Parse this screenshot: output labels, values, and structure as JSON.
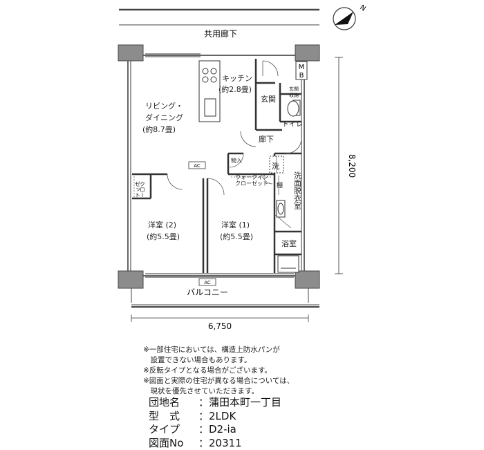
{
  "plan": {
    "corridor": "共用廊下",
    "balcony": "バルコニー",
    "compass": "N",
    "rooms": {
      "kitchen": "キッチン",
      "kitchen_area": "(約2.8畳)",
      "living_1": "リビング・",
      "living_2": "ダイニング",
      "living_area": "(約8.7畳)",
      "entrance": "玄関",
      "entrance_storage_1": "玄関",
      "entrance_storage_2": "収納",
      "toilet": "トイレ",
      "hallway": "廊下",
      "storage": "物入",
      "walkin_1": "ウォークイン",
      "walkin_2": "クローゼット",
      "shelf": "棚",
      "washer": "洗",
      "washroom": "洗面脱衣室",
      "bath": "浴室",
      "closet_1": "クロー",
      "closet_2": "ゼット",
      "west_room": "洋室 (2)",
      "west_room_area": "(約5.5畳)",
      "east_room": "洋室 (1)",
      "east_room_area": "(約5.5畳)",
      "mb": "MB",
      "ac": "AC"
    },
    "dimensions": {
      "width": "6,750",
      "height": "8,200"
    }
  },
  "notes": [
    "※一部住宅においては、構造上防水パンが",
    "　設置できない場合もあります。",
    "※反転タイプとなる場合がございます。",
    "※図面と実際の住宅が異なる場合については、",
    "　現状を優先させていただきます。"
  ],
  "meta": [
    {
      "label": "団地名",
      "value": "：蒲田本町一丁目"
    },
    {
      "label": "型　式",
      "value": "：2LDK"
    },
    {
      "label": "タイプ",
      "value": "：D2-ia"
    },
    {
      "label": "図面No",
      "value": "：20311"
    }
  ]
}
